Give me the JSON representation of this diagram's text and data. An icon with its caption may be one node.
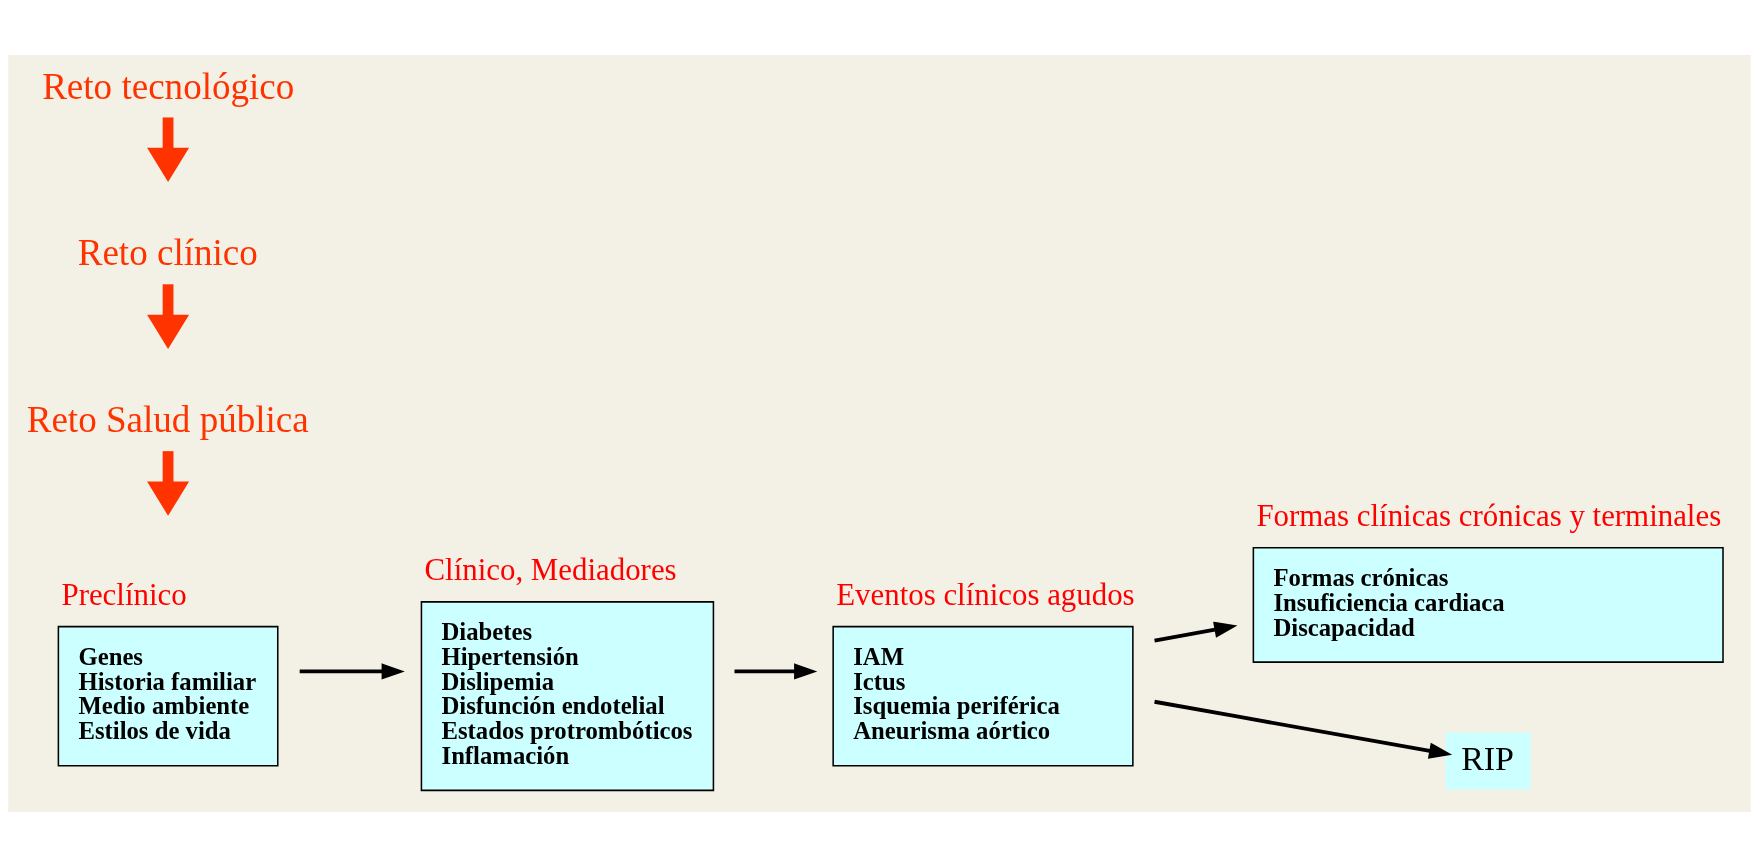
{
  "diagram": {
    "nodes": [
      {
        "text": [
          "Preclínico",
          "Genes",
          "Historia familiar",
          "Medio ambiente",
          "Estilos de vida"
        ]
      },
      {
        "text": [
          "Clínico, Mediadores",
          "Diabetes",
          "Hipertensión",
          "Dislipemia",
          "Disfunción endotelial",
          "Estados protrombóticos",
          "Inflamación"
        ]
      },
      {
        "text": [
          "Eventos clínicos agudos",
          "IAM",
          "Ictus",
          "Isquemia periférica",
          "Aneurisma aórtico"
        ]
      },
      {
        "text": [
          "Formas clínicas crónicas y terminales",
          "Formas crónicas",
          "Insuficiencia cardiaca",
          "Discapacidad"
        ]
      },
      {
        "text": [
          "RIP"
        ]
      },
      {
        "text": [
          "Reto Salud pública"
        ]
      },
      {
        "text": [
          "Reto clínico"
        ]
      },
      {
        "text": [
          "Reto tecnológico"
        ]
      }
    ],
    "edges": [
      {
        "from": 0,
        "to": 1,
        "arrow": "to"
      },
      {
        "from": 1,
        "to": 2,
        "arrow": "to"
      },
      {
        "from": 2,
        "to": 3,
        "arrow": "to"
      },
      {
        "from": 2,
        "to": 4,
        "arrow": "to"
      },
      {
        "from": 5,
        "to": null,
        "arrow": "to",
        "style": "thick",
        "color": "#ff3300"
      },
      {
        "from": 6,
        "to": null,
        "arrow": "to",
        "style": "thick",
        "color": "#ff3300"
      },
      {
        "from": 7,
        "to": null,
        "arrow": "to",
        "style": "thick",
        "color": "#ff3300"
      }
    ]
  }
}
